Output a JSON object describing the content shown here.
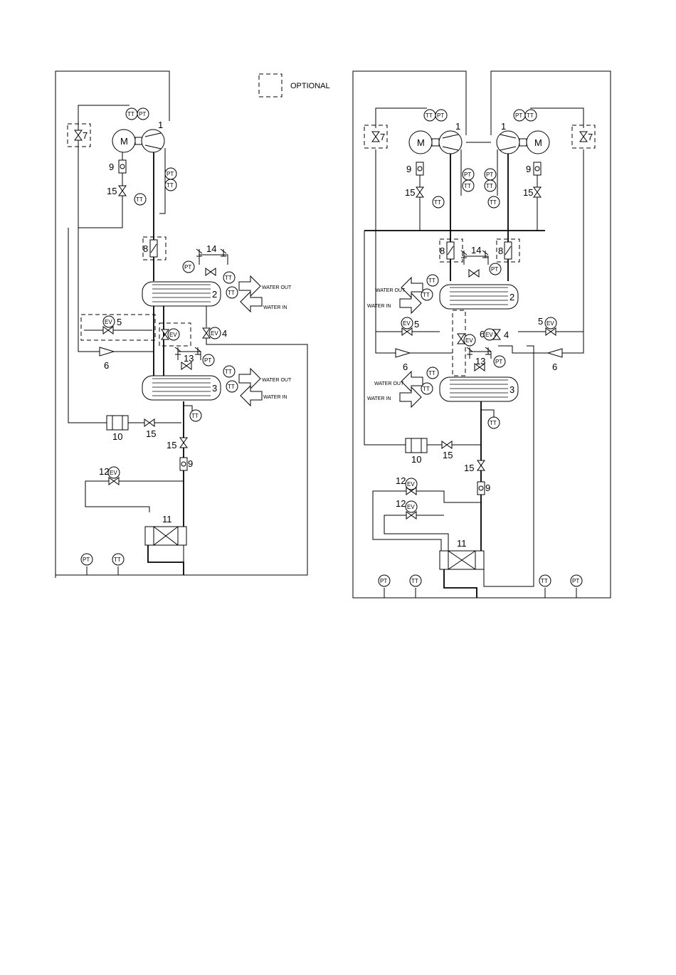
{
  "legend": {
    "optional_label": "OPTIONAL"
  },
  "instrument": {
    "tt": "TT",
    "pt": "PT",
    "ev": "EV",
    "motor": "M"
  },
  "water": {
    "out": "WATER OUT",
    "in": "WATER IN",
    "in_alt": "WATER IN"
  },
  "numbers": {
    "n1": "1",
    "n2": "2",
    "n3": "3",
    "n4": "4",
    "n5": "5",
    "n6": "6",
    "n7": "7",
    "n8": "8",
    "n9": "9",
    "n10": "10",
    "n11": "11",
    "n12": "12",
    "n13": "13",
    "n14": "14",
    "n15": "15"
  }
}
